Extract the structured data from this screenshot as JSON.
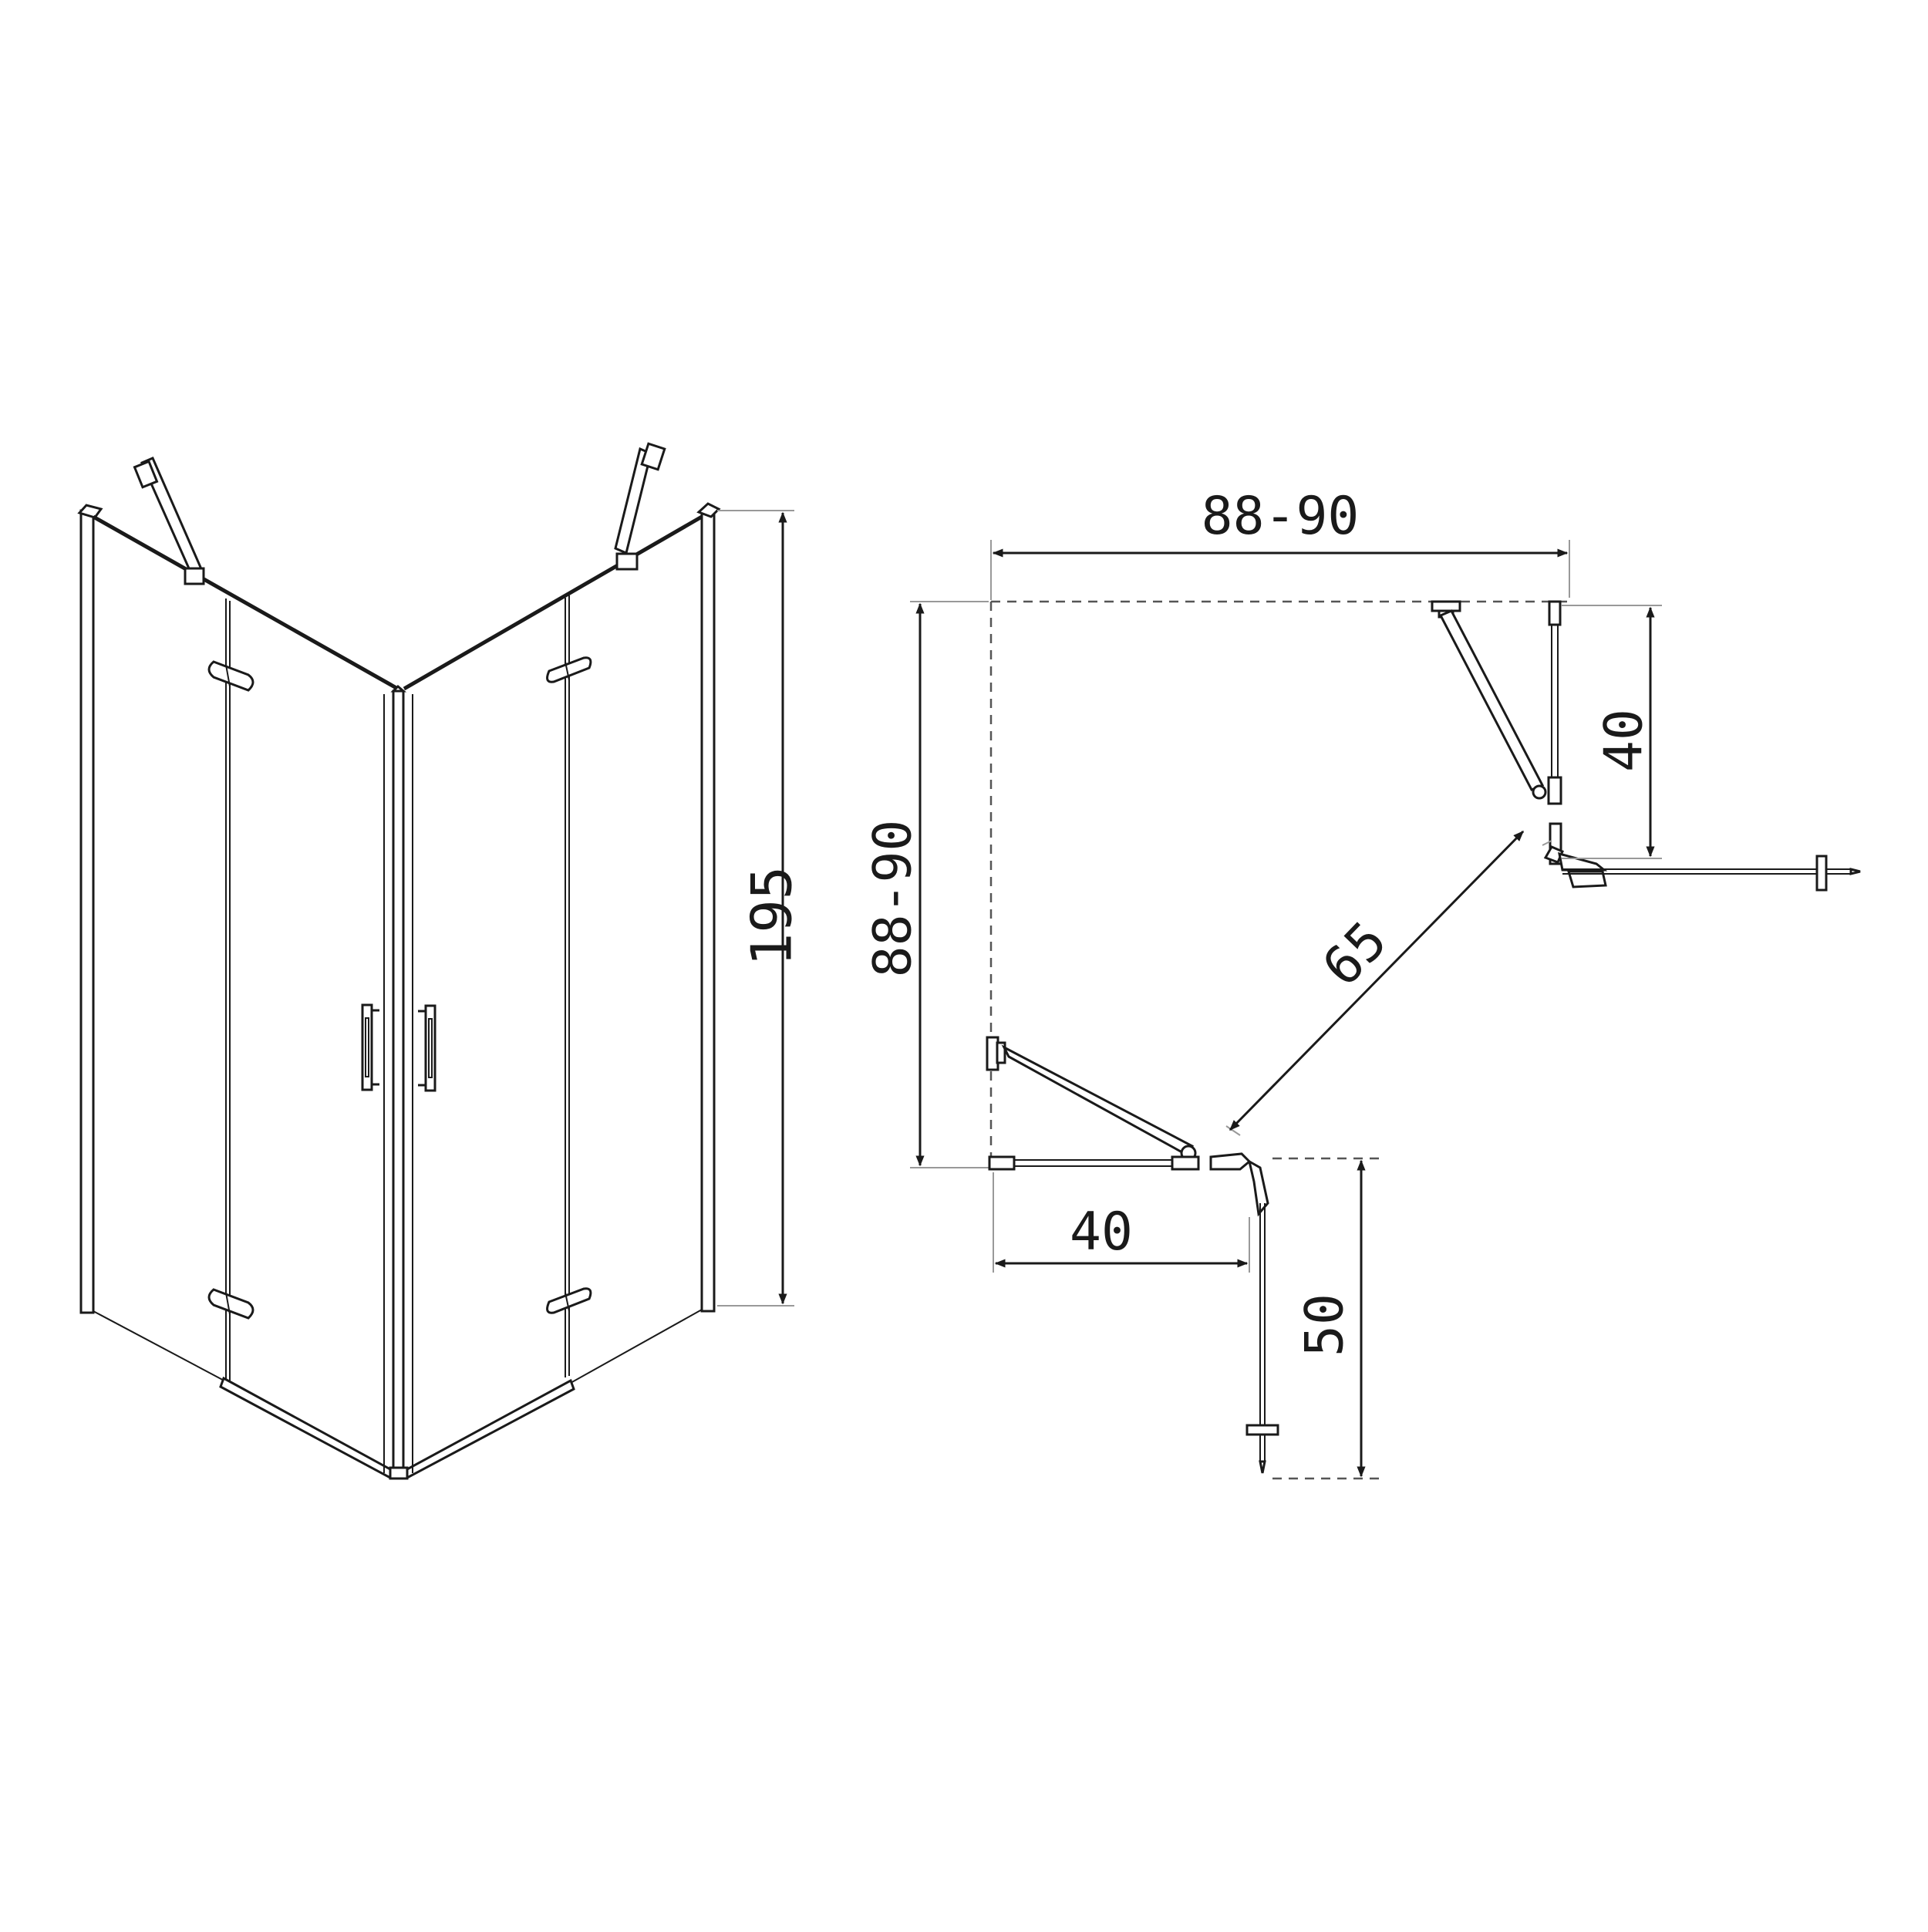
{
  "dimensions": {
    "height_label": "195",
    "top_width_label": "88-90",
    "left_depth_label": "88-90",
    "right_door_label": "40",
    "left_door_label": "40",
    "entry_label": "65",
    "door_swing_label": "50"
  },
  "colors": {
    "line": "#1a1a1a",
    "background": "#ffffff"
  }
}
